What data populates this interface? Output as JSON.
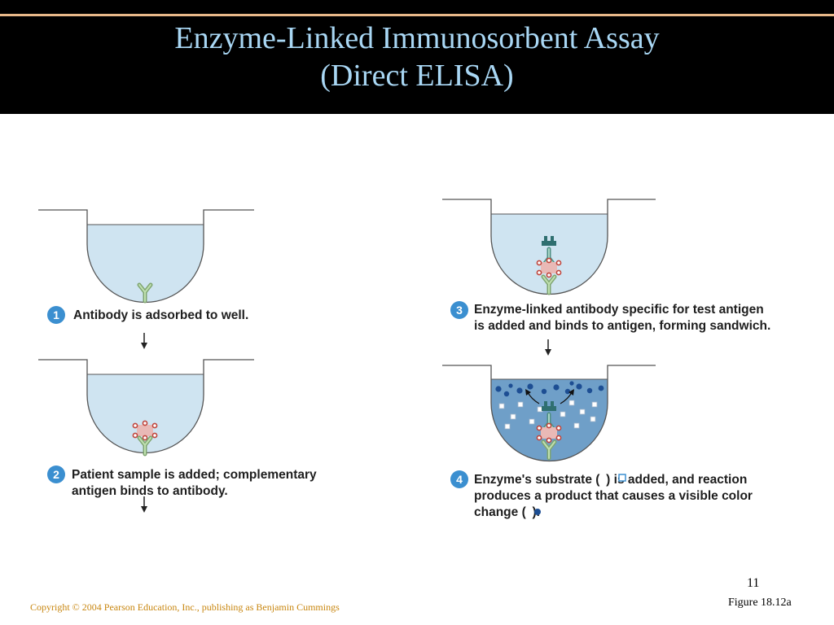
{
  "slide": {
    "title_line1": "Enzyme-Linked Immunosorbent Assay",
    "title_line2": "(Direct ELISA)",
    "page_number": "11",
    "figure_label": "Figure 18.12a",
    "copyright": "Copyright © 2004 Pearson Education, Inc., publishing as Benjamin Cummings"
  },
  "steps": [
    {
      "number": "1",
      "lines": [
        "Antibody is adsorbed to well."
      ]
    },
    {
      "number": "2",
      "lines": [
        "Patient sample is added; complementary",
        "antigen binds to antibody."
      ]
    },
    {
      "number": "3",
      "lines": [
        "Enzyme-linked antibody specific for test antigen",
        "is added and binds to antigen, forming sandwich."
      ]
    },
    {
      "number": "4",
      "lines": [
        "Enzyme's substrate ( ) is added, and reaction",
        "produces a product that causes  a visible color",
        "change ( )."
      ]
    }
  ],
  "colors": {
    "title": "#a9d7f4",
    "well_fluid": "#cfe4f1",
    "well_fluid_colored": "#6f9fc8",
    "badge": "#3b8fd0",
    "antibody": "#9bbf8d",
    "antigen": "#e9b9b6",
    "product_dot": "#1d4e93",
    "copyright": "#c8860f"
  }
}
